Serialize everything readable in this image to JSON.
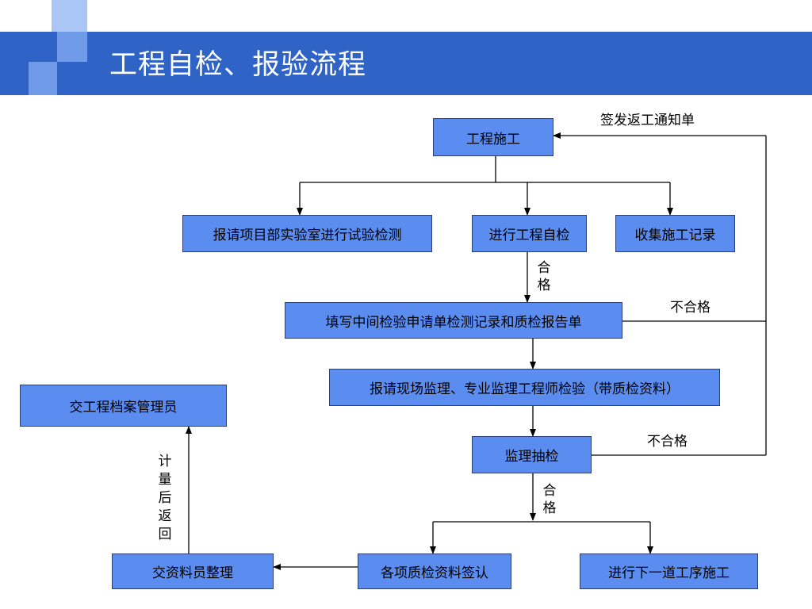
{
  "title": "工程自检、报验流程",
  "colors": {
    "header": "#2f63c6",
    "box_fill": "#5b8cf0",
    "box_border": "#2a3f7a",
    "deco_light": "#a9c6f5",
    "deco_mid": "#6f9ae8"
  },
  "nodes": {
    "construction": "工程施工",
    "lab_test": "报请项目部实验室进行试验检测",
    "self_check": "进行工程自检",
    "collect_records": "收集施工记录",
    "fill_forms": "填写中间检验申请单检测记录和质检报告单",
    "report_supervisor": "报请现场监理、专业监理工程师检验（带质检资料）",
    "spot_check": "监理抽检",
    "sign_docs": "各项质检资料签认",
    "next_process": "进行下一道工序施工",
    "clerk_organize": "交资料员整理",
    "archive_manager": "交工程档案管理员"
  },
  "labels": {
    "rework_notice": "签发返工通知单",
    "fail_1": "不合格",
    "fail_2": "不合格",
    "pass_1": "合格",
    "pass_2": "合格",
    "return_after_measure": "计量后返回"
  }
}
